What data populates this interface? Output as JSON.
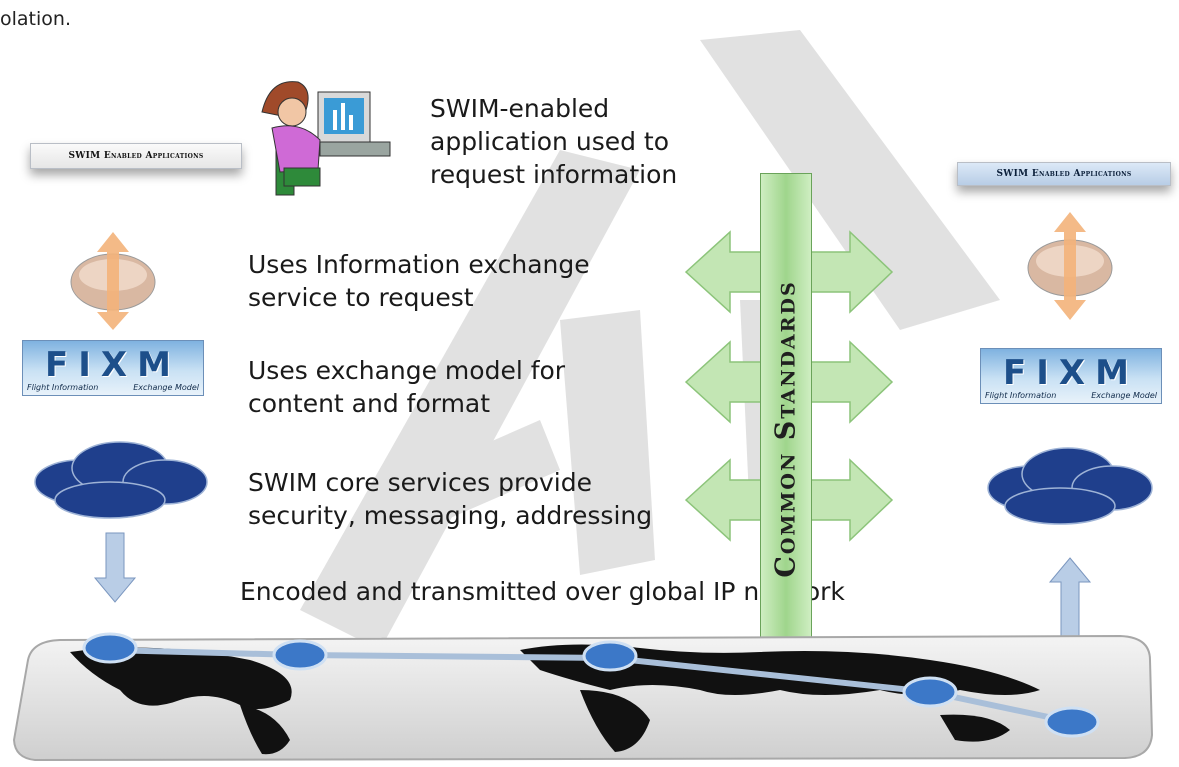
{
  "intro_text": "olation.",
  "left_panel": {
    "app_label": "SWIM Enabled Applications",
    "fixm_title": "FIXM",
    "fixm_subtitle_left": "Flight Information",
    "fixm_subtitle_right": "Exchange Model"
  },
  "right_panel": {
    "app_label": "SWIM Enabled Applications",
    "fixm_title": "FIXM",
    "fixm_subtitle_left": "Flight Information",
    "fixm_subtitle_right": "Exchange Model"
  },
  "steps": {
    "app_request": "SWIM-enabled application used to request information",
    "exchange_service": "Uses Information exchange service to request",
    "exchange_model": "Uses exchange model for content and format",
    "core_services": "SWIM core services provide security, messaging, addressing",
    "network": "Encoded and transmitted over global IP network"
  },
  "banner": {
    "label": "Common Standards"
  },
  "colors": {
    "banner": "#9fd58c",
    "arrow": "#c3e6b4",
    "cloud": "#1f3f8c",
    "watermark": "#d9d9d9"
  }
}
